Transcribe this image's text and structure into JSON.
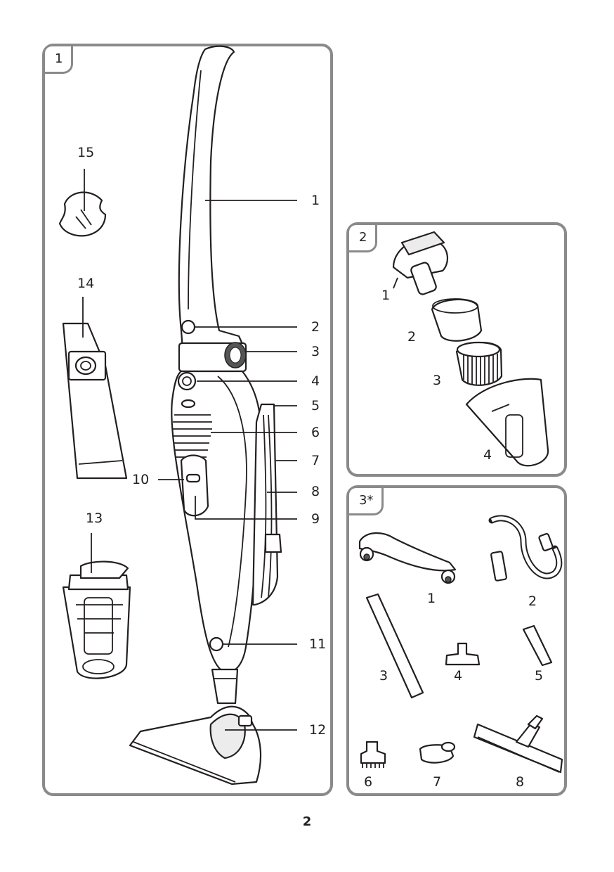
{
  "page_number": "2",
  "figure1": {
    "tab": "1",
    "callouts": [
      "1",
      "2",
      "3",
      "4",
      "5",
      "6",
      "7",
      "8",
      "9",
      "10",
      "11",
      "12",
      "13",
      "14",
      "15"
    ]
  },
  "figure2": {
    "tab": "2",
    "callouts": [
      "1",
      "2",
      "3",
      "4"
    ]
  },
  "figure3": {
    "tab": "3*",
    "callouts": [
      "1",
      "2",
      "3",
      "4",
      "5",
      "6",
      "7",
      "8"
    ]
  }
}
